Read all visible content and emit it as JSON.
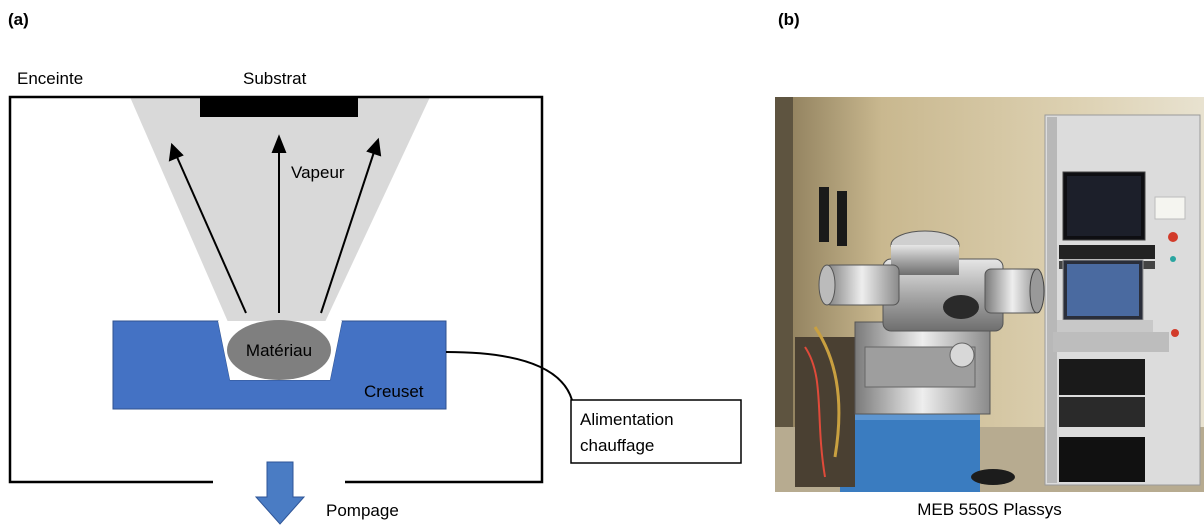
{
  "panel_a": {
    "label": "(a)",
    "chamber_label": "Enceinte",
    "substrate_label": "Substrat",
    "vapor_label": "Vapeur",
    "material_label": "Matériau",
    "crucible_label": "Creuset",
    "power_label_line1": "Alimentation",
    "power_label_line2": "chauffage",
    "pumping_label": "Pompage"
  },
  "panel_b": {
    "label": "(b)",
    "caption": "MEB 550S Plassys"
  },
  "colors": {
    "crucible": "#4472c4",
    "vapor": "#d9d9d9",
    "material": "#7f7f7f",
    "pump_arrow": "#4a7cc4"
  }
}
